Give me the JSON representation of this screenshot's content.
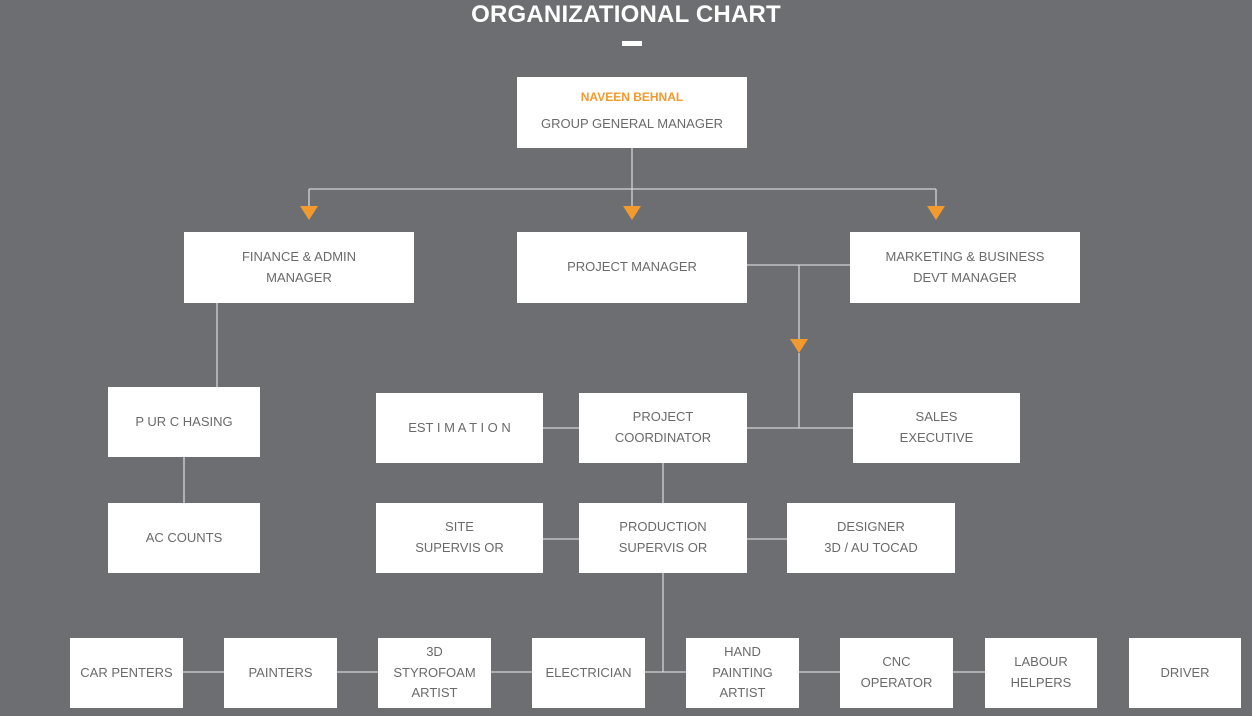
{
  "title": "ORGANIZATIONAL CHART",
  "colors": {
    "background": "#6d6e72",
    "box": "#ffffff",
    "text": "#6a6a6a",
    "accent": "#f29a2e",
    "connector": "#d2d3d6"
  },
  "nodes": {
    "ggm": {
      "name": "NAVEEN BEHNAL",
      "role": "GROUP GENERAL MANAGER"
    },
    "finance": {
      "role": "FINANCE & ADMIN\nMANAGER"
    },
    "project_manager": {
      "role": "PROJECT MANAGER"
    },
    "marketing": {
      "role": "MARKETING & BUSINESS\nDEVT MANAGER"
    },
    "purchasing": {
      "role": "P UR C HASING"
    },
    "accounts": {
      "role": "AC COUNTS"
    },
    "estimation": {
      "role": "EST I M A T I O N"
    },
    "project_coordinator": {
      "role": "PROJECT\nCOORDINATOR"
    },
    "sales_executive": {
      "role": "SALES\nEXECUTIVE"
    },
    "site_supervisor": {
      "role": "SITE\nSUPERVIS OR"
    },
    "production_supervisor": {
      "role": "PRODUCTION\nSUPERVIS OR"
    },
    "designer": {
      "role": "DESIGNER\n3D / AU TOCAD"
    },
    "carpenters": {
      "role": "CAR PENTERS"
    },
    "painters": {
      "role": "PAINTERS"
    },
    "styrofoam_artist": {
      "role": "3D STYROFOAM\nARTIST"
    },
    "electrician": {
      "role": "ELECTRICIAN"
    },
    "hand_painting_artist": {
      "role": "HAND PAINTING\nARTIST"
    },
    "cnc_operator": {
      "role": "CNC OPERATOR"
    },
    "labour_helpers": {
      "role": "LABOUR\nHELPERS"
    },
    "driver": {
      "role": "DRIVER"
    }
  }
}
